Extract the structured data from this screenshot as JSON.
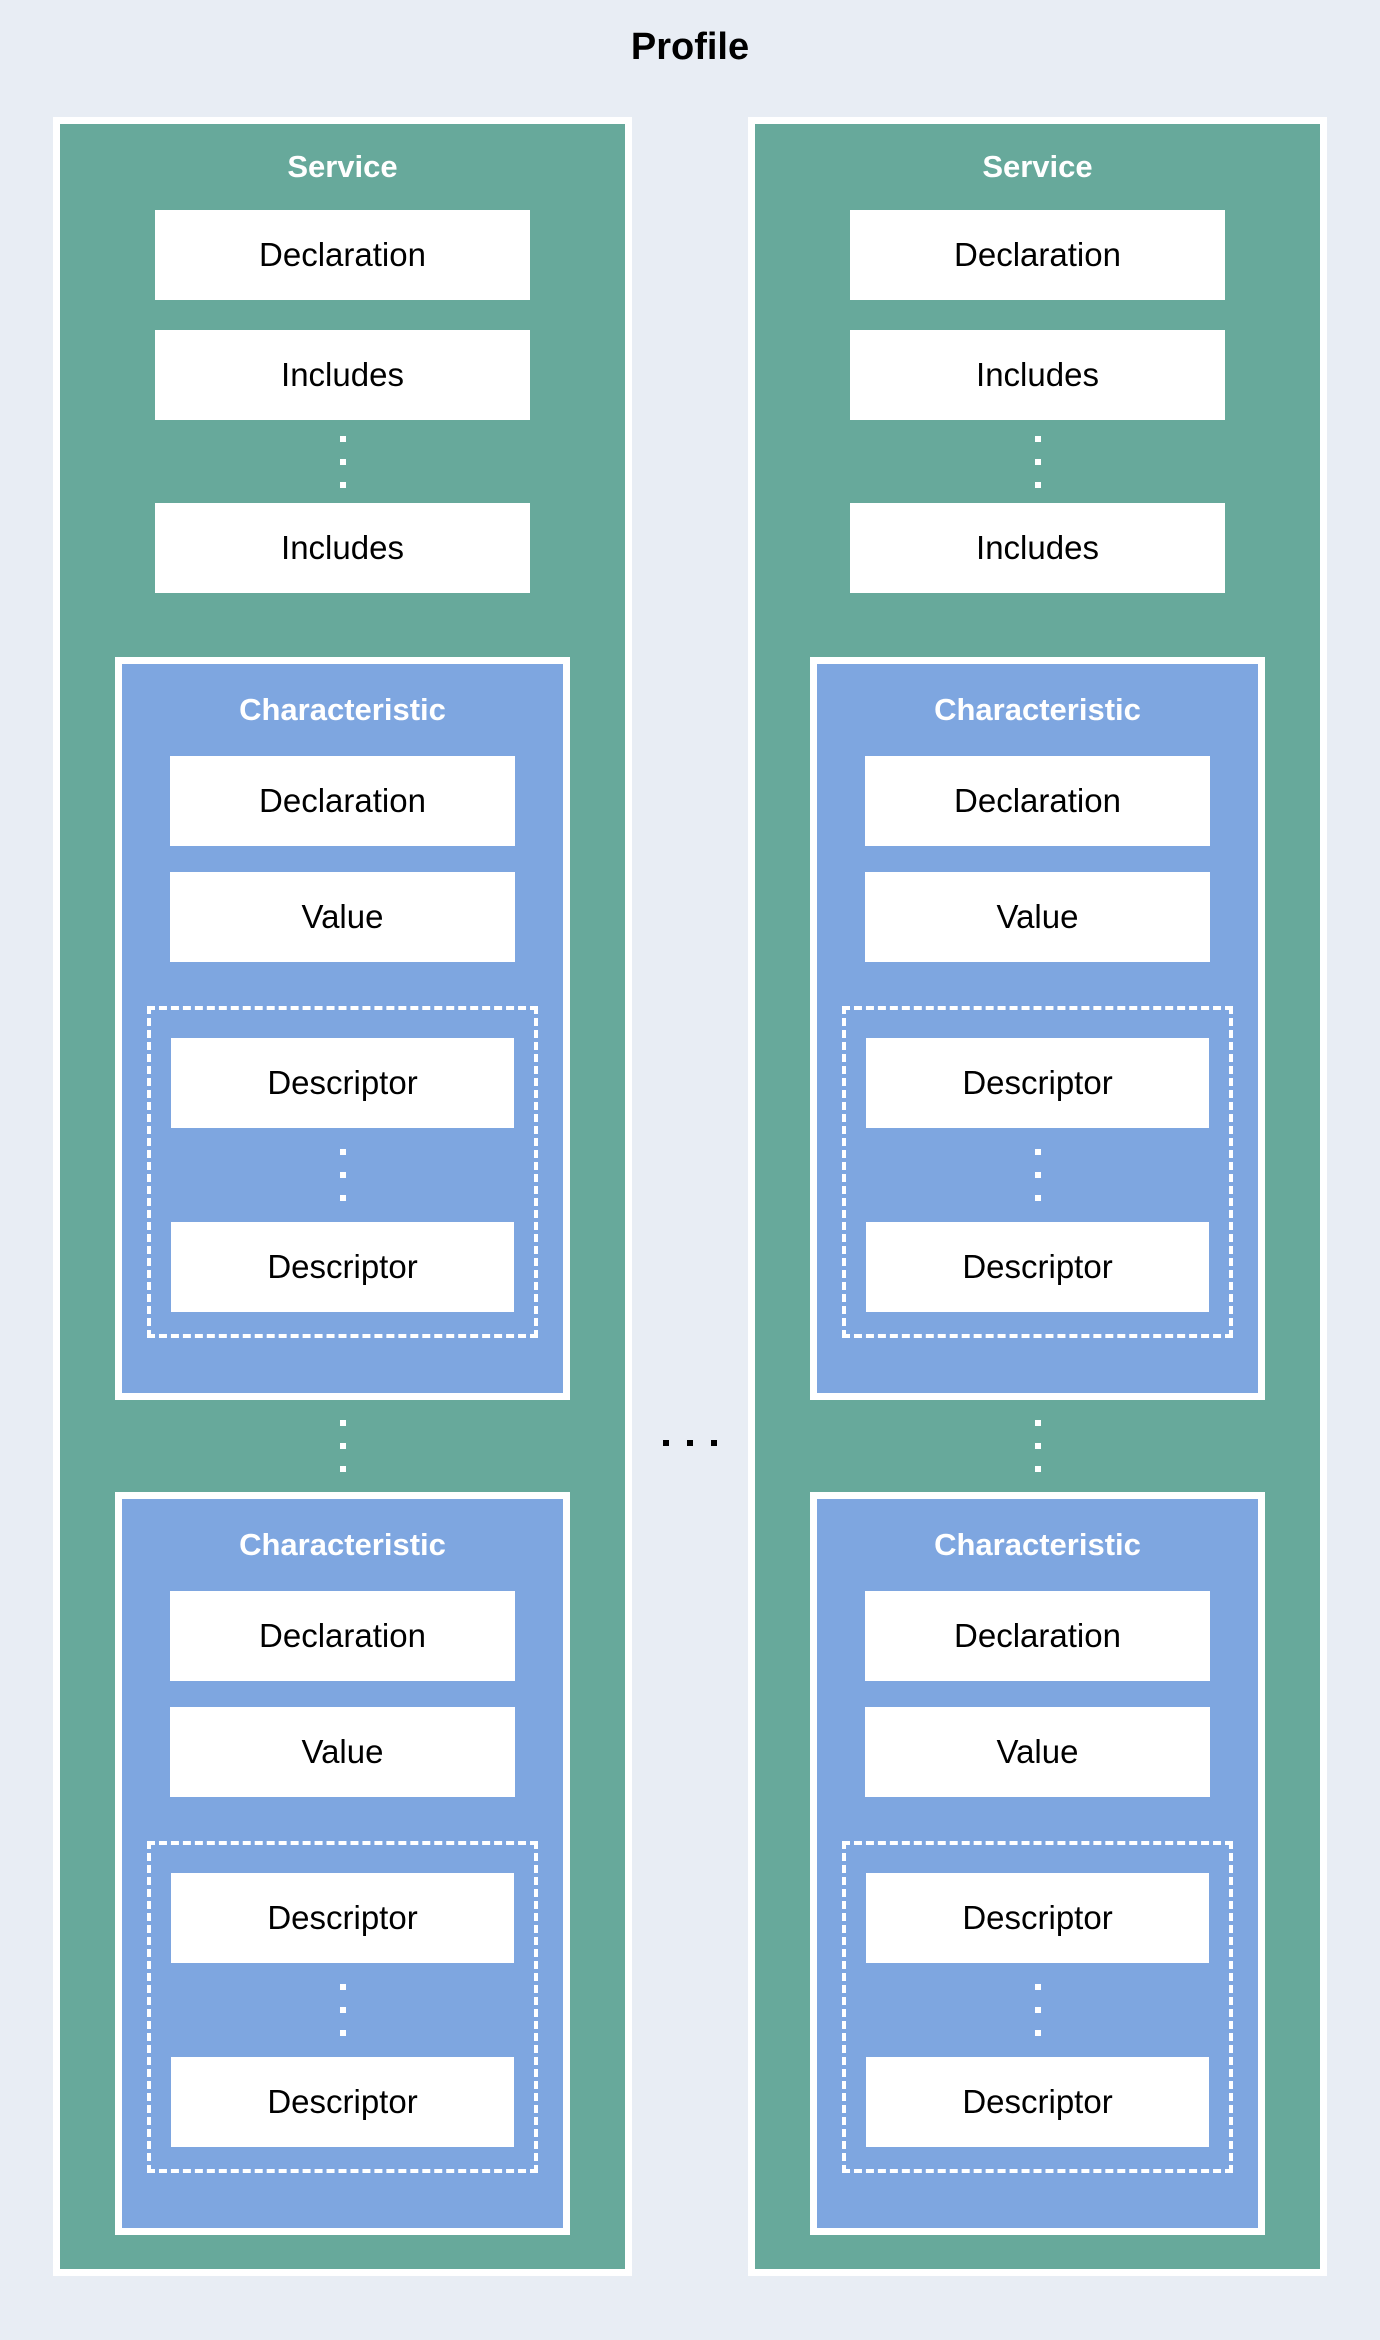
{
  "title": "Profile",
  "colors": {
    "background": "#E8EDF4",
    "teal": "#67A99B",
    "blue": "#7EA6E0",
    "box": "#FFFFFF",
    "text": "#000000",
    "header_text": "#FFFFFF"
  },
  "icons": {
    "vertical_ellipsis": "⋮",
    "horizontal_ellipsis": "⋯"
  },
  "services": [
    {
      "label": "Service",
      "declaration": "Declaration",
      "includes": [
        "Includes",
        "Includes"
      ],
      "characteristics": [
        {
          "label": "Characteristic",
          "declaration": "Declaration",
          "value": "Value",
          "descriptors": [
            "Descriptor",
            "Descriptor"
          ]
        },
        {
          "label": "Characteristic",
          "declaration": "Declaration",
          "value": "Value",
          "descriptors": [
            "Descriptor",
            "Descriptor"
          ]
        }
      ]
    },
    {
      "label": "Service",
      "declaration": "Declaration",
      "includes": [
        "Includes",
        "Includes"
      ],
      "characteristics": [
        {
          "label": "Characteristic",
          "declaration": "Declaration",
          "value": "Value",
          "descriptors": [
            "Descriptor",
            "Descriptor"
          ]
        },
        {
          "label": "Characteristic",
          "declaration": "Declaration",
          "value": "Value",
          "descriptors": [
            "Descriptor",
            "Descriptor"
          ]
        }
      ]
    }
  ]
}
